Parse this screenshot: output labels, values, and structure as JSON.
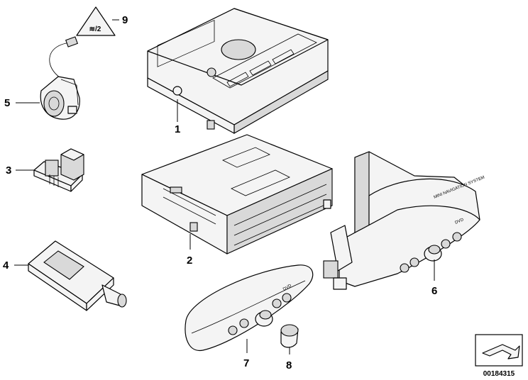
{
  "callouts": [
    "1",
    "2",
    "3",
    "4",
    "5",
    "6",
    "7",
    "8",
    "9"
  ],
  "warning_symbol_text": "≋/2",
  "panel_text": {
    "navigation": "MINI NAVIGATION SYSTEM",
    "dvd_large": "DVD",
    "dvd_small": "DVD"
  },
  "reference_number": "00184315",
  "icons": {
    "warning": "warning-triangle-icon",
    "reference": "arrow-reference-icon"
  }
}
